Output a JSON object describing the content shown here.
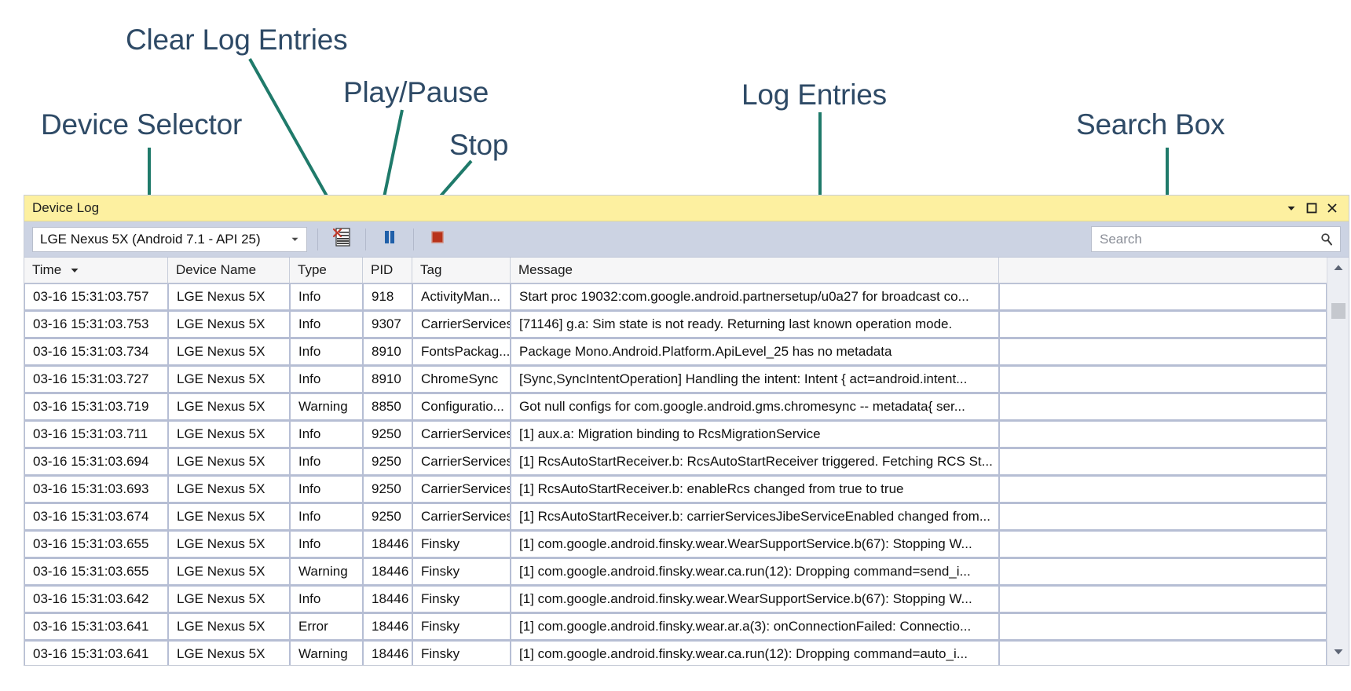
{
  "annotations": [
    {
      "name": "clear-log-entries",
      "label": "Clear Log Entries"
    },
    {
      "name": "play-pause",
      "label": "Play/Pause"
    },
    {
      "name": "device-selector",
      "label": "Device Selector"
    },
    {
      "name": "stop",
      "label": "Stop"
    },
    {
      "name": "log-entries",
      "label": "Log Entries"
    },
    {
      "name": "search-box",
      "label": "Search Box"
    }
  ],
  "annotation_color": "#2e4a66",
  "leader_line_color": "#1f7a6a",
  "window": {
    "title": "Device Log",
    "titlebar_color": "#fdf0a0",
    "toolbar_color": "#ccd3e3",
    "controls": {
      "dropdown": "chevron-down-icon",
      "maximize": "maximize-icon",
      "close": "close-icon"
    }
  },
  "toolbar": {
    "device_selector": {
      "value": "LGE Nexus 5X (Android 7.1 - API 25)",
      "arrow": "chevron-down-icon"
    },
    "clear_button": {
      "icon": "clear-log-icon",
      "title": "Clear Log Entries"
    },
    "pause_button": {
      "icon": "pause-icon",
      "title": "Play/Pause",
      "color": "#1f5fa9"
    },
    "stop_button": {
      "icon": "stop-icon",
      "title": "Stop",
      "color": "#b8321a"
    }
  },
  "search": {
    "placeholder": "Search",
    "value": "",
    "icon": "search-icon"
  },
  "grid": {
    "columns": [
      {
        "key": "time",
        "label": "Time",
        "sorted": "desc"
      },
      {
        "key": "device",
        "label": "Device Name",
        "sorted": ""
      },
      {
        "key": "type",
        "label": "Type",
        "sorted": ""
      },
      {
        "key": "pid",
        "label": "PID",
        "sorted": ""
      },
      {
        "key": "tag",
        "label": "Tag",
        "sorted": ""
      },
      {
        "key": "message",
        "label": "Message",
        "sorted": ""
      },
      {
        "key": "extra",
        "label": "",
        "sorted": ""
      }
    ],
    "rows": [
      {
        "time": "03-16 15:31:03.757",
        "device": "LGE Nexus 5X",
        "type": "Info",
        "pid": "918",
        "tag": "ActivityMan...",
        "message": "Start proc 19032:com.google.android.partnersetup/u0a27 for broadcast co..."
      },
      {
        "time": "03-16 15:31:03.753",
        "device": "LGE Nexus 5X",
        "type": "Info",
        "pid": "9307",
        "tag": "CarrierServices",
        "message": "[71146] g.a: Sim state is not ready. Returning last known operation mode."
      },
      {
        "time": "03-16 15:31:03.734",
        "device": "LGE Nexus 5X",
        "type": "Info",
        "pid": "8910",
        "tag": "FontsPackag...",
        "message": "Package Mono.Android.Platform.ApiLevel_25 has no metadata"
      },
      {
        "time": "03-16 15:31:03.727",
        "device": "LGE Nexus 5X",
        "type": "Info",
        "pid": "8910",
        "tag": "ChromeSync",
        "message": "[Sync,SyncIntentOperation] Handling the intent: Intent { act=android.intent..."
      },
      {
        "time": "03-16 15:31:03.719",
        "device": "LGE Nexus 5X",
        "type": "Warning",
        "pid": "8850",
        "tag": "Configuratio...",
        "message": "Got null configs for com.google.android.gms.chromesync -- metadata{ ser..."
      },
      {
        "time": "03-16 15:31:03.711",
        "device": "LGE Nexus 5X",
        "type": "Info",
        "pid": "9250",
        "tag": "CarrierServices",
        "message": "[1] aux.a: Migration binding to RcsMigrationService"
      },
      {
        "time": "03-16 15:31:03.694",
        "device": "LGE Nexus 5X",
        "type": "Info",
        "pid": "9250",
        "tag": "CarrierServices",
        "message": "[1] RcsAutoStartReceiver.b: RcsAutoStartReceiver triggered. Fetching RCS St..."
      },
      {
        "time": "03-16 15:31:03.693",
        "device": "LGE Nexus 5X",
        "type": "Info",
        "pid": "9250",
        "tag": "CarrierServices",
        "message": "[1] RcsAutoStartReceiver.b: enableRcs changed from true to true"
      },
      {
        "time": "03-16 15:31:03.674",
        "device": "LGE Nexus 5X",
        "type": "Info",
        "pid": "9250",
        "tag": "CarrierServices",
        "message": "[1] RcsAutoStartReceiver.b: carrierServicesJibeServiceEnabled changed from..."
      },
      {
        "time": "03-16 15:31:03.655",
        "device": "LGE Nexus 5X",
        "type": "Info",
        "pid": "18446",
        "tag": "Finsky",
        "message": "[1] com.google.android.finsky.wear.WearSupportService.b(67): Stopping W..."
      },
      {
        "time": "03-16 15:31:03.655",
        "device": "LGE Nexus 5X",
        "type": "Warning",
        "pid": "18446",
        "tag": "Finsky",
        "message": "[1] com.google.android.finsky.wear.ca.run(12): Dropping command=send_i..."
      },
      {
        "time": "03-16 15:31:03.642",
        "device": "LGE Nexus 5X",
        "type": "Info",
        "pid": "18446",
        "tag": "Finsky",
        "message": "[1] com.google.android.finsky.wear.WearSupportService.b(67): Stopping W..."
      },
      {
        "time": "03-16 15:31:03.641",
        "device": "LGE Nexus 5X",
        "type": "Error",
        "pid": "18446",
        "tag": "Finsky",
        "message": "[1] com.google.android.finsky.wear.ar.a(3): onConnectionFailed: Connectio..."
      },
      {
        "time": "03-16 15:31:03.641",
        "device": "LGE Nexus 5X",
        "type": "Warning",
        "pid": "18446",
        "tag": "Finsky",
        "message": "[1] com.google.android.finsky.wear.ca.run(12): Dropping command=auto_i..."
      }
    ]
  },
  "scrollbar": {
    "up_icon": "triangle-up-icon",
    "down_icon": "triangle-down-icon"
  }
}
